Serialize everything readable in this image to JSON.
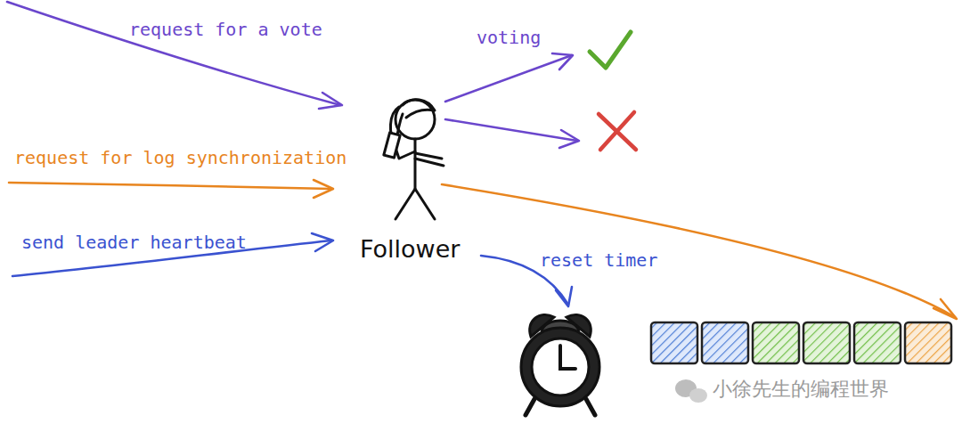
{
  "diagram": {
    "nodes": [
      {
        "text": [
          "Follower"
        ]
      }
    ],
    "labels": [
      "request for a vote",
      "voting",
      "request for log synchronization",
      "send leader heartbeat",
      "reset timer",
      "小徐先生的编程世界"
    ]
  }
}
